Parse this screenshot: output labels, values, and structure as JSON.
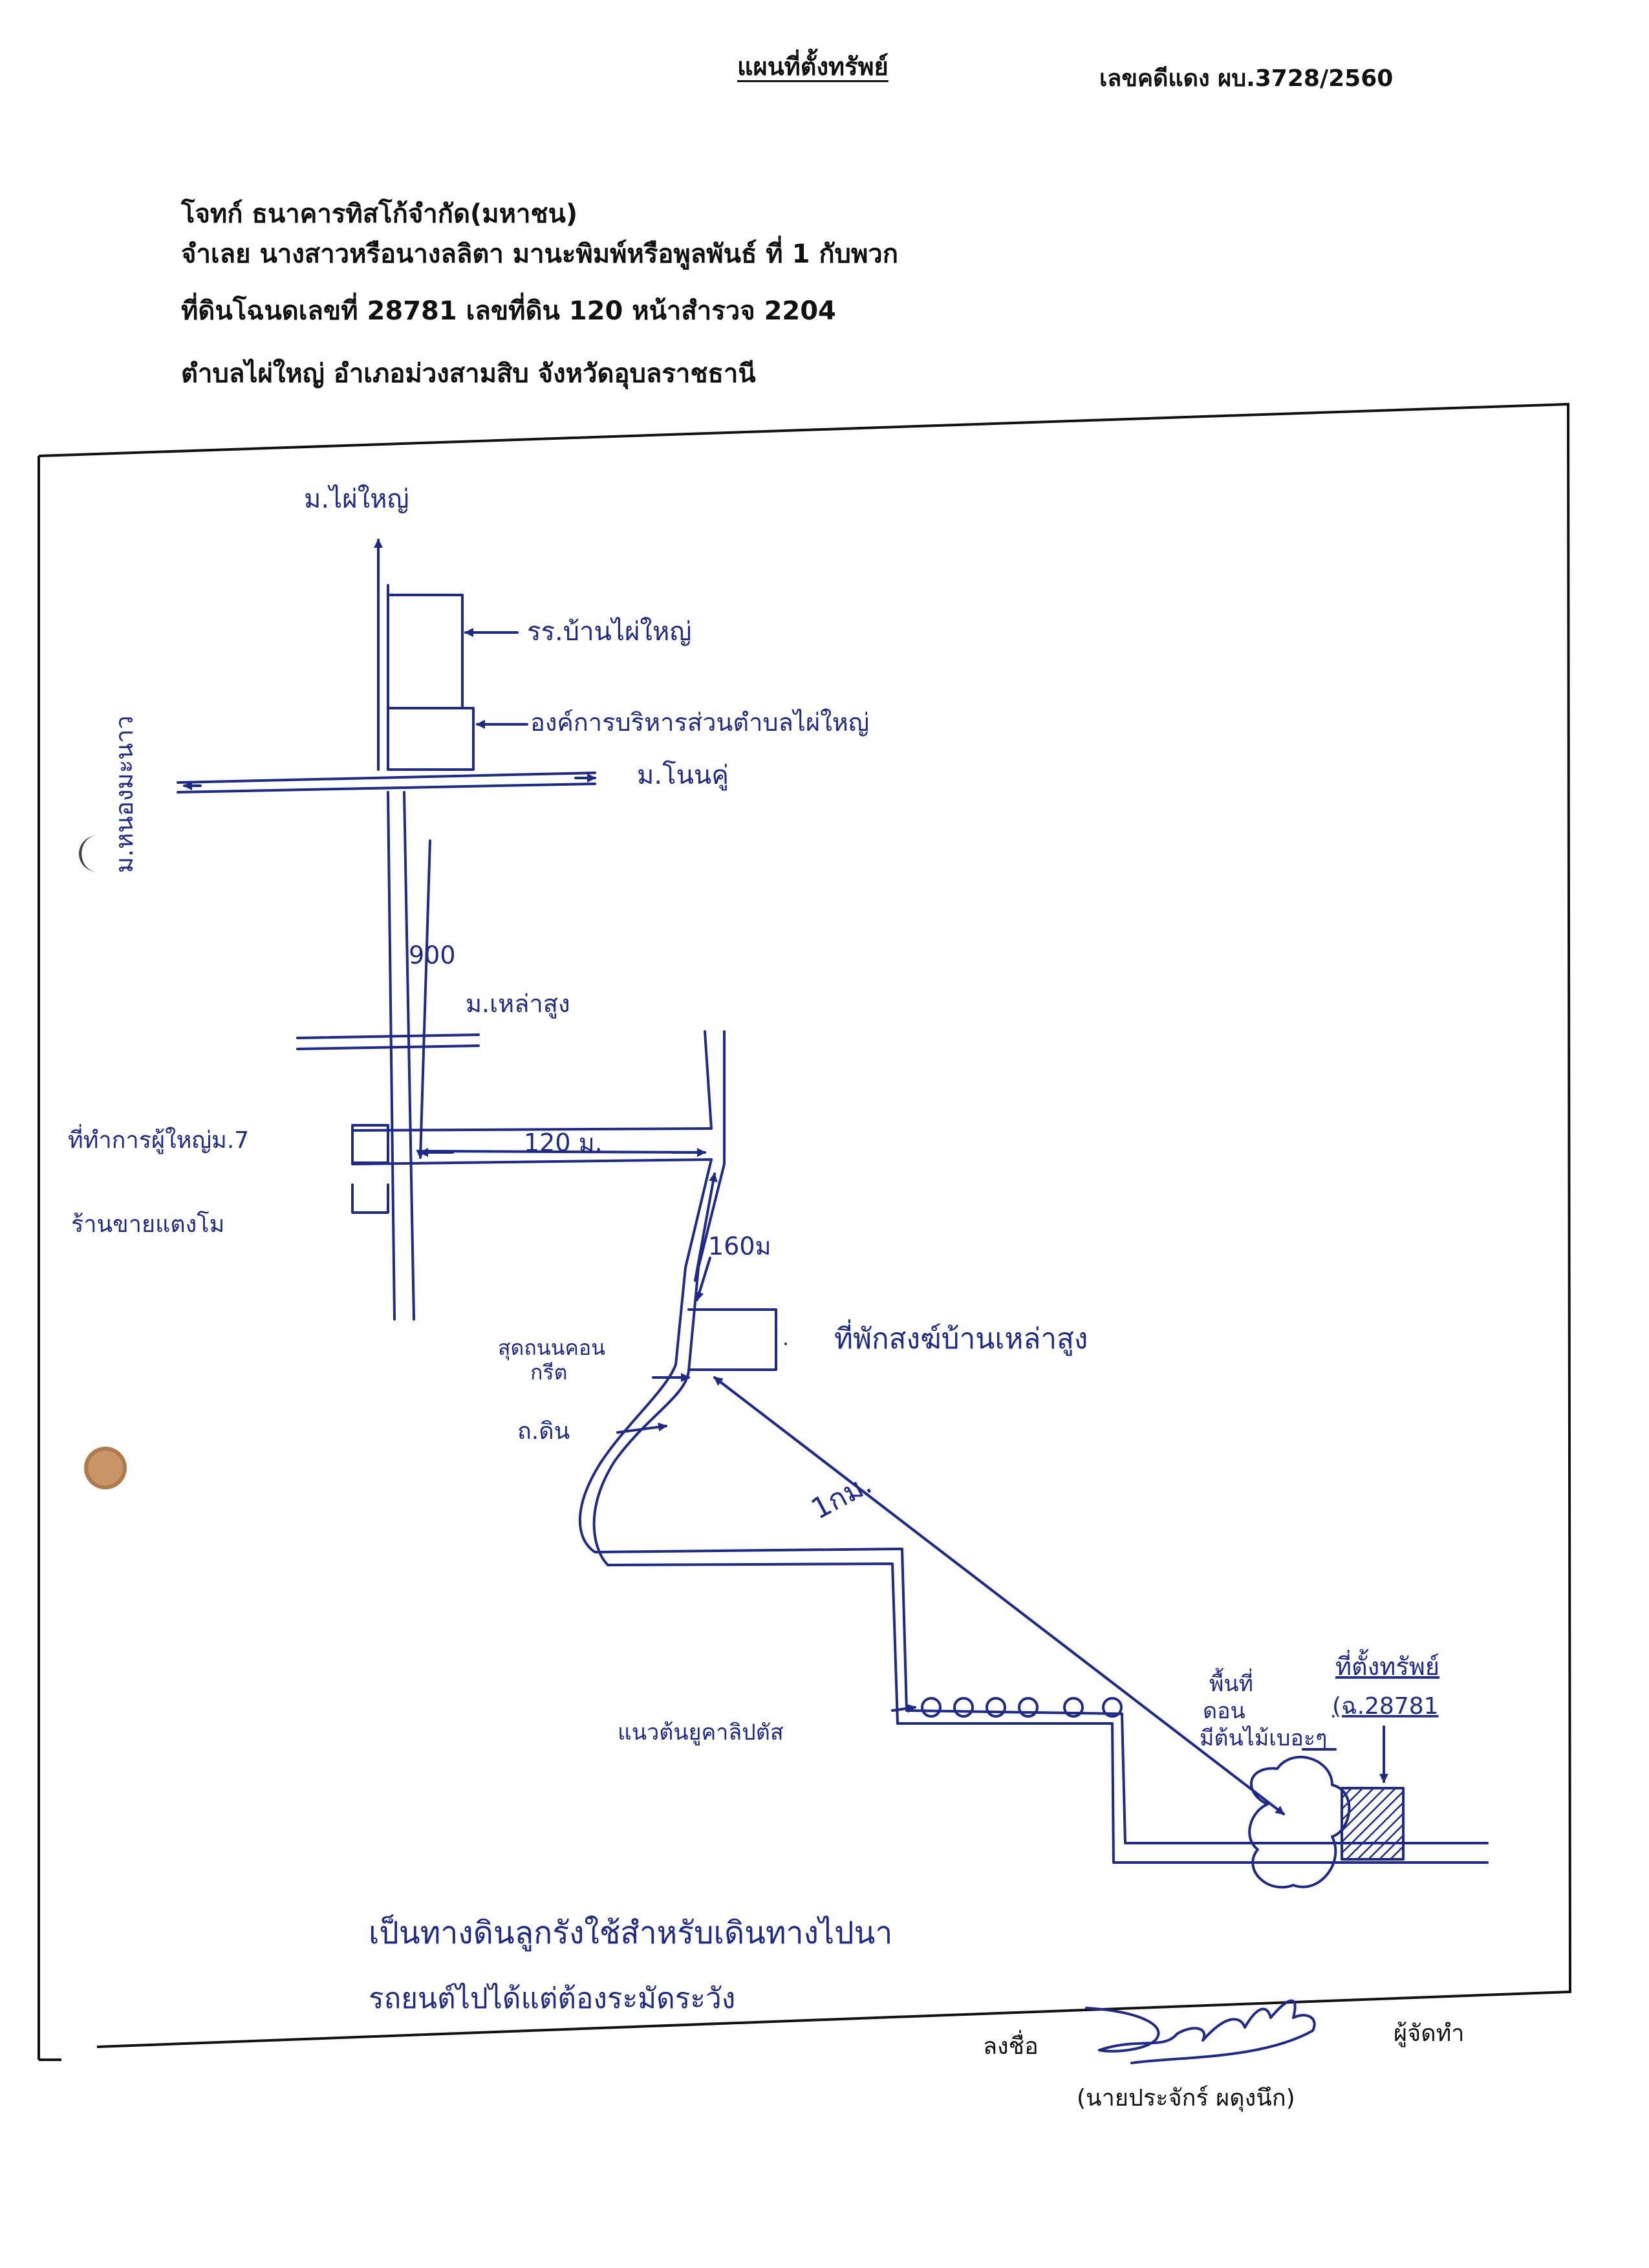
{
  "header": {
    "title": "แผนที่ตั้งทรัพย์",
    "case_number": "เลขคดีแดง ผบ.3728/2560",
    "plaintiff": "โจทก์ ธนาคารทิสโก้จำกัด(มหาชน)",
    "defendant": "จำเลย นางสาวหรือนางลลิตา มานะพิมพ์หรือพูลพันธ์ ที่ 1 กับพวก",
    "land_title": "ที่ดินโฉนดเลขที่ 28781 เลขที่ดิน 120  หน้าสำรวจ 2204",
    "location": "ตำบลไผ่ใหญ่  อำเภอม่วงสามสิบ  จังหวัดอุบลราชธานี"
  },
  "map": {
    "labels": {
      "village_north": "ม.ไผ่ใหญ่",
      "school": "รร.บ้านไผ่ใหญ่",
      "tao_office": "องค์การบริหารส่วนตำบลไผ่ใหญ่",
      "village_east": "ม.โนนคู่",
      "village_west": "ม.หนองมะนาว",
      "village_laosung": "ม.เหล่าสูง",
      "dist_900": "900",
      "headman_office": "ที่ทำการผู้ใหญ่ม.7",
      "shop": "ร้านขายแตงโม",
      "dist_120": "120 ม.",
      "dist_160": "160ม",
      "monk_residence": "ที่พักสงฆ์บ้านเหล่าสูง",
      "road_end_concrete": "สุดถนนคอน\nกรีต",
      "dirt_road": "ถ.ดิน",
      "dist_1km": "1กม.",
      "eucalyptus_row": "แนวต้นยูคาลิปตัส",
      "area_label": "พื้นที่\nดอน\nมีต้นไม้เบอะๆ",
      "property_site": "ที่ตั้งทรัพย์",
      "deed_no": "(ฉ.28781",
      "note_line1": "เป็นทางดินลูกรังใช้สำหรับเดินทางไปนา",
      "note_line2": "รถยนต์ไปได้แต่ต้องระมัดระวัง"
    },
    "ink_color": "#1d2a8a"
  },
  "signature": {
    "sign_label": "ลงชื่อ",
    "role": "ผู้จัดทำ",
    "name": "(นายประจักร์ ผดุงนึก)"
  }
}
